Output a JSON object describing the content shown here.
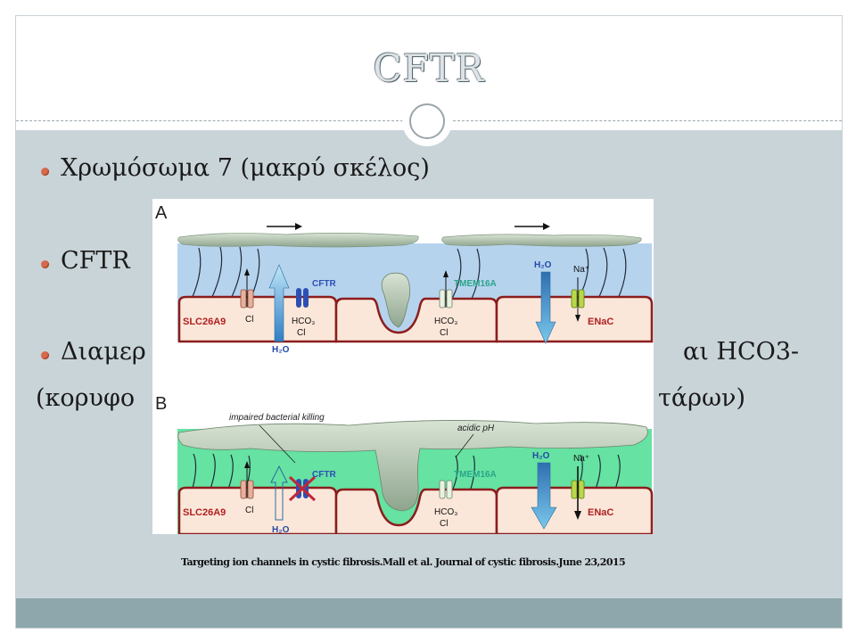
{
  "slide": {
    "title": "CFTR",
    "bullets": [
      "Χρωμόσωμα 7 (μακρύ σκέλος)",
      "CFTR",
      "Διαμερ",
      "αι HCO3-",
      "(κορυφο",
      "τάρων)"
    ],
    "caption": "Targeting ion channels in cystic fibrosis.Mall et al. Journal of cystic fibrosis.June 23,2015"
  },
  "figure": {
    "panel_a": {
      "label": "A",
      "labels": {
        "slc26a9": "SLC26A9",
        "cl1": "Cl",
        "h2o1": "H₂O",
        "cftr": "CFTR",
        "hco3_1": "HCO₃",
        "cl2": "Cl",
        "tmem16a": "TMEM16A",
        "hco3_2": "HCO₃",
        "cl3": "Cl",
        "h2o2": "H₂O",
        "na": "Na⁺",
        "enac": "ENaC"
      }
    },
    "panel_b": {
      "label": "B",
      "labels": {
        "impaired": "impaired bacterial killing",
        "acidic": "acidic pH",
        "slc26a9": "SLC26A9",
        "cl1": "Cl",
        "h2o1": "H₂O",
        "cftr": "CFTR",
        "tmem16a": "TMEM16A",
        "hco3": "HCO₃",
        "cl2": "Cl",
        "h2o2": "H₂O",
        "na": "Na⁺",
        "enac": "ENaC"
      }
    }
  },
  "colors": {
    "slide_bg": "#c9d4d9",
    "footer": "#8ea7ac",
    "bullet_dot": "#d66a4c",
    "asl_normal": "#b6d3ee",
    "asl_cf": "#66e2a2",
    "mucus": "#b4c7b1",
    "cell_fill": "#fbe7d9",
    "cell_border": "#8b1d1d",
    "cftr_blue": "#2d4fb5",
    "tmem_green": "#2aa58a",
    "label_red": "#b01f1f"
  }
}
